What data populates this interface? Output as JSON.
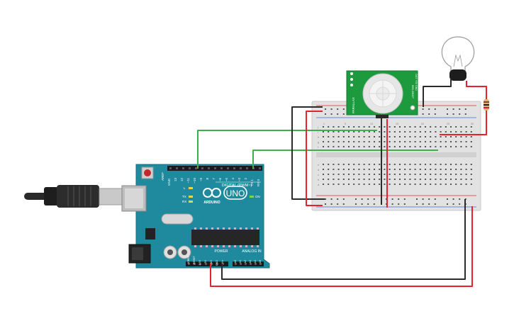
{
  "arduino": {
    "brand_logo": "UNO",
    "brand_name": "ARDUINO",
    "digital_label": "DIGITAL (PWM~)",
    "power_label": "POWER",
    "analog_label": "ANALOG IN",
    "tx_label": "TX",
    "rx_label": "RX",
    "l_label": "L",
    "on_label": "ON",
    "aref_label": "AREF",
    "gnd_label": "GND",
    "digital_pins": [
      "13",
      "12",
      "~11",
      "~10",
      "~9",
      "8",
      "7",
      "~6",
      "~5",
      "4",
      "~3",
      "2",
      "TX 1",
      "RX 0"
    ],
    "power_pins": [
      "IOREF",
      "RESET",
      "3.3V",
      "5V",
      "GND",
      "GND",
      "Vin"
    ],
    "analog_pins": [
      "A0",
      "A1",
      "A2",
      "A3",
      "A4",
      "A5"
    ]
  },
  "pir_sensor": {
    "brand": "PARALLAX",
    "model": "555-28027",
    "pin_labels": "OUT +5V GND",
    "rev": "REV B"
  },
  "breadboard": {
    "row_letters_top": [
      "j",
      "i",
      "h",
      "g",
      "f"
    ],
    "row_letters_bottom": [
      "e",
      "d",
      "c",
      "b",
      "a"
    ],
    "column_numbers": [
      "1",
      "5",
      "10",
      "15",
      "20",
      "25",
      "30"
    ]
  },
  "colors": {
    "wire_red": "#e8222b",
    "wire_black": "#2b2b2b",
    "wire_green": "#3cb04a",
    "board_teal": "#1f8a9e",
    "breadboard": "#e2e2e2",
    "pir_board": "#1e9a3e"
  }
}
